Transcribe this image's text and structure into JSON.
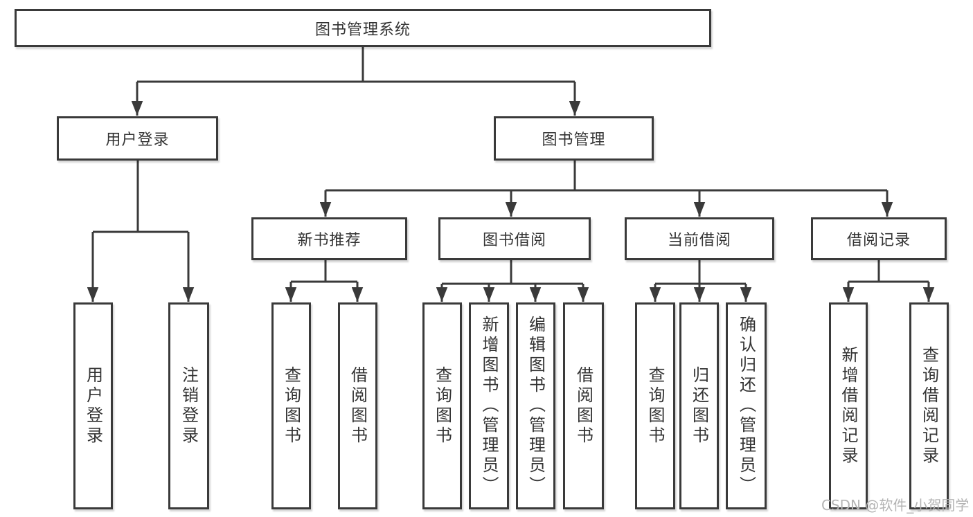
{
  "diagram": {
    "tree": {
      "root": {
        "label": "图书管理系统"
      },
      "branches": [
        {
          "label": "用户登录",
          "children": [
            {
              "label": "用户登录"
            },
            {
              "label": "注销登录"
            }
          ]
        },
        {
          "label": "图书管理",
          "children": [
            {
              "label": "新书推荐",
              "children": [
                {
                  "label": "查询图书"
                },
                {
                  "label": "借阅图书"
                }
              ]
            },
            {
              "label": "图书借阅",
              "children": [
                {
                  "label": "查询图书"
                },
                {
                  "label": "新增图书（管理员）"
                },
                {
                  "label": "编辑图书（管理员）"
                },
                {
                  "label": "借阅图书"
                }
              ]
            },
            {
              "label": "当前借阅",
              "children": [
                {
                  "label": "查询图书"
                },
                {
                  "label": "归还图书"
                },
                {
                  "label": "确认归还（管理员）"
                }
              ]
            },
            {
              "label": "借阅记录",
              "children": [
                {
                  "label": "新增借阅记录"
                },
                {
                  "label": "查询借阅记录"
                }
              ]
            }
          ]
        }
      ]
    },
    "colors": {
      "line": "#3a3a3a",
      "box_border": "#3a3a3a",
      "text": "#333333",
      "background": "#ffffff",
      "watermark": "#b4b4b4"
    }
  },
  "watermark": {
    "text": "CSDN @软件_小贺同学"
  }
}
